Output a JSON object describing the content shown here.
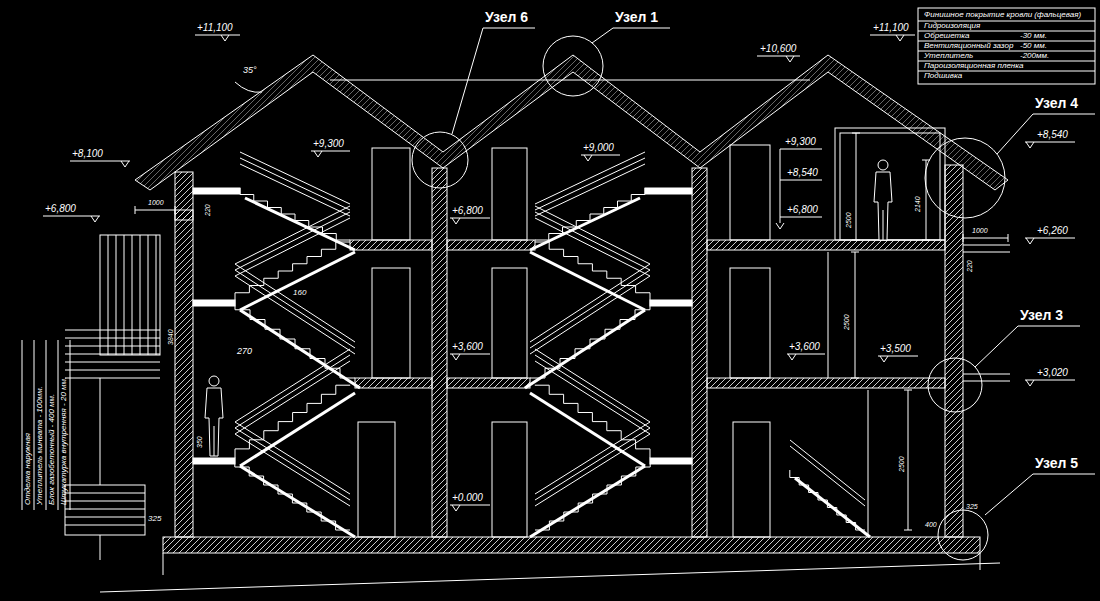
{
  "diagram": {
    "labels": [
      "Финишное покрытие кровли (фальцевая)",
      "Гидроизоляция",
      "Обрешетка",
      "-30 мм.",
      "Вентиляционный зазор",
      "-50 мм.",
      "Утеплитель",
      "-200мм.",
      "Пароизоляционная пленка",
      "Подшивка",
      "Узел 6",
      "Узел 1",
      "Узел 4",
      "Узел 3",
      "Узел 5",
      "+11,100",
      "+11,100",
      "+10,600",
      "+8,100",
      "+6,800",
      "+9,300",
      "+9,000",
      "+9,300",
      "+8,540",
      "+6,800",
      "+6,800",
      "+8,540",
      "+6,260",
      "+3,600",
      "+3,600",
      "+3,500",
      "+3,020",
      "+0.000",
      "35°",
      "1000",
      "220",
      "160",
      "270",
      "3840",
      "350",
      "325",
      "2500",
      "2140",
      "1000",
      "220",
      "2500",
      "2500",
      "400",
      "325",
      "Отделка наружная",
      "Утеплитель минвата - 100мм.",
      "Блок газобетонный - 400 мм.",
      "Штукатурка внутренняя - 20 мм."
    ]
  }
}
